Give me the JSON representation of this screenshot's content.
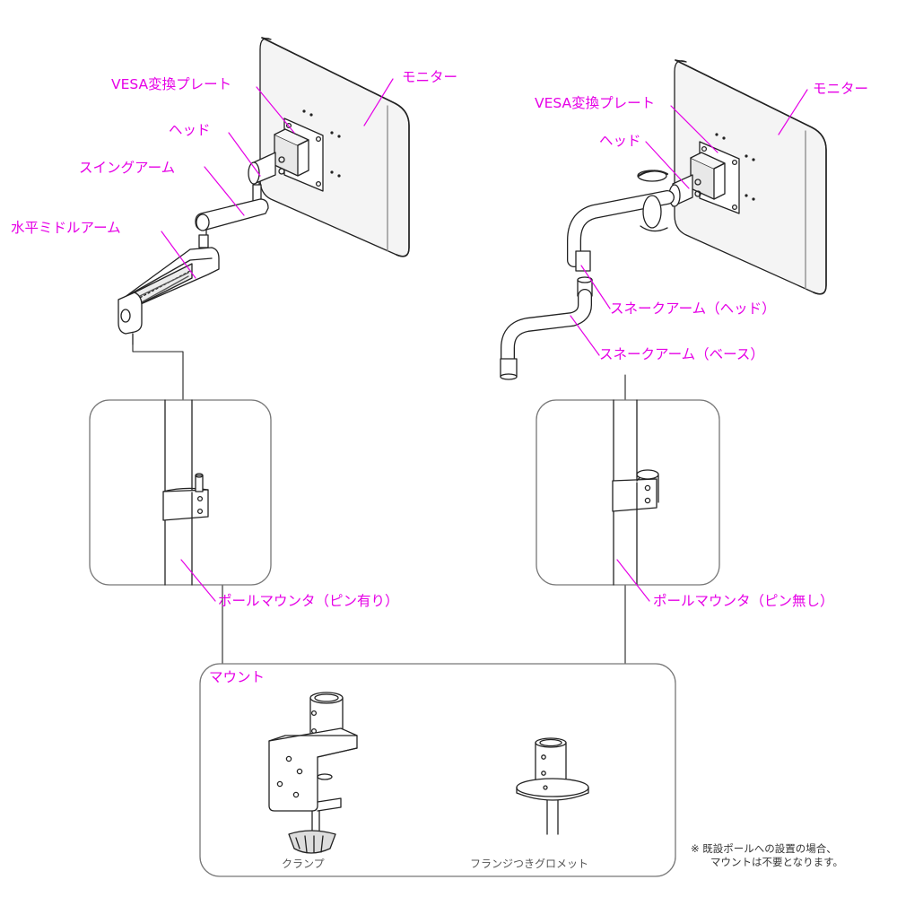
{
  "colors": {
    "label": "#e600e6",
    "line": "#222222",
    "frame": "#777777"
  },
  "left_assembly": {
    "vesa_plate": "VESA変換プレート",
    "monitor": "モニター",
    "head": "ヘッド",
    "swing_arm": "スイングアーム",
    "horizontal_middle_arm": "水平ミドルアーム"
  },
  "right_assembly": {
    "vesa_plate": "VESA変換プレート",
    "monitor": "モニター",
    "head": "ヘッド",
    "snake_arm_head": "スネークアーム（ヘッド）",
    "snake_arm_base": "スネークアーム（ベース）"
  },
  "pole_mounts": {
    "with_pin": "ポールマウンタ（ピン有り）",
    "without_pin": "ポールマウンタ（ピン無し）"
  },
  "mount_box": {
    "title": "マウント",
    "clamp": "クランプ",
    "grommet": "フランジつきグロメット"
  },
  "note": {
    "line1": "※ 既設ポールへの設置の場合、",
    "line2": "マウントは不要となります。"
  }
}
